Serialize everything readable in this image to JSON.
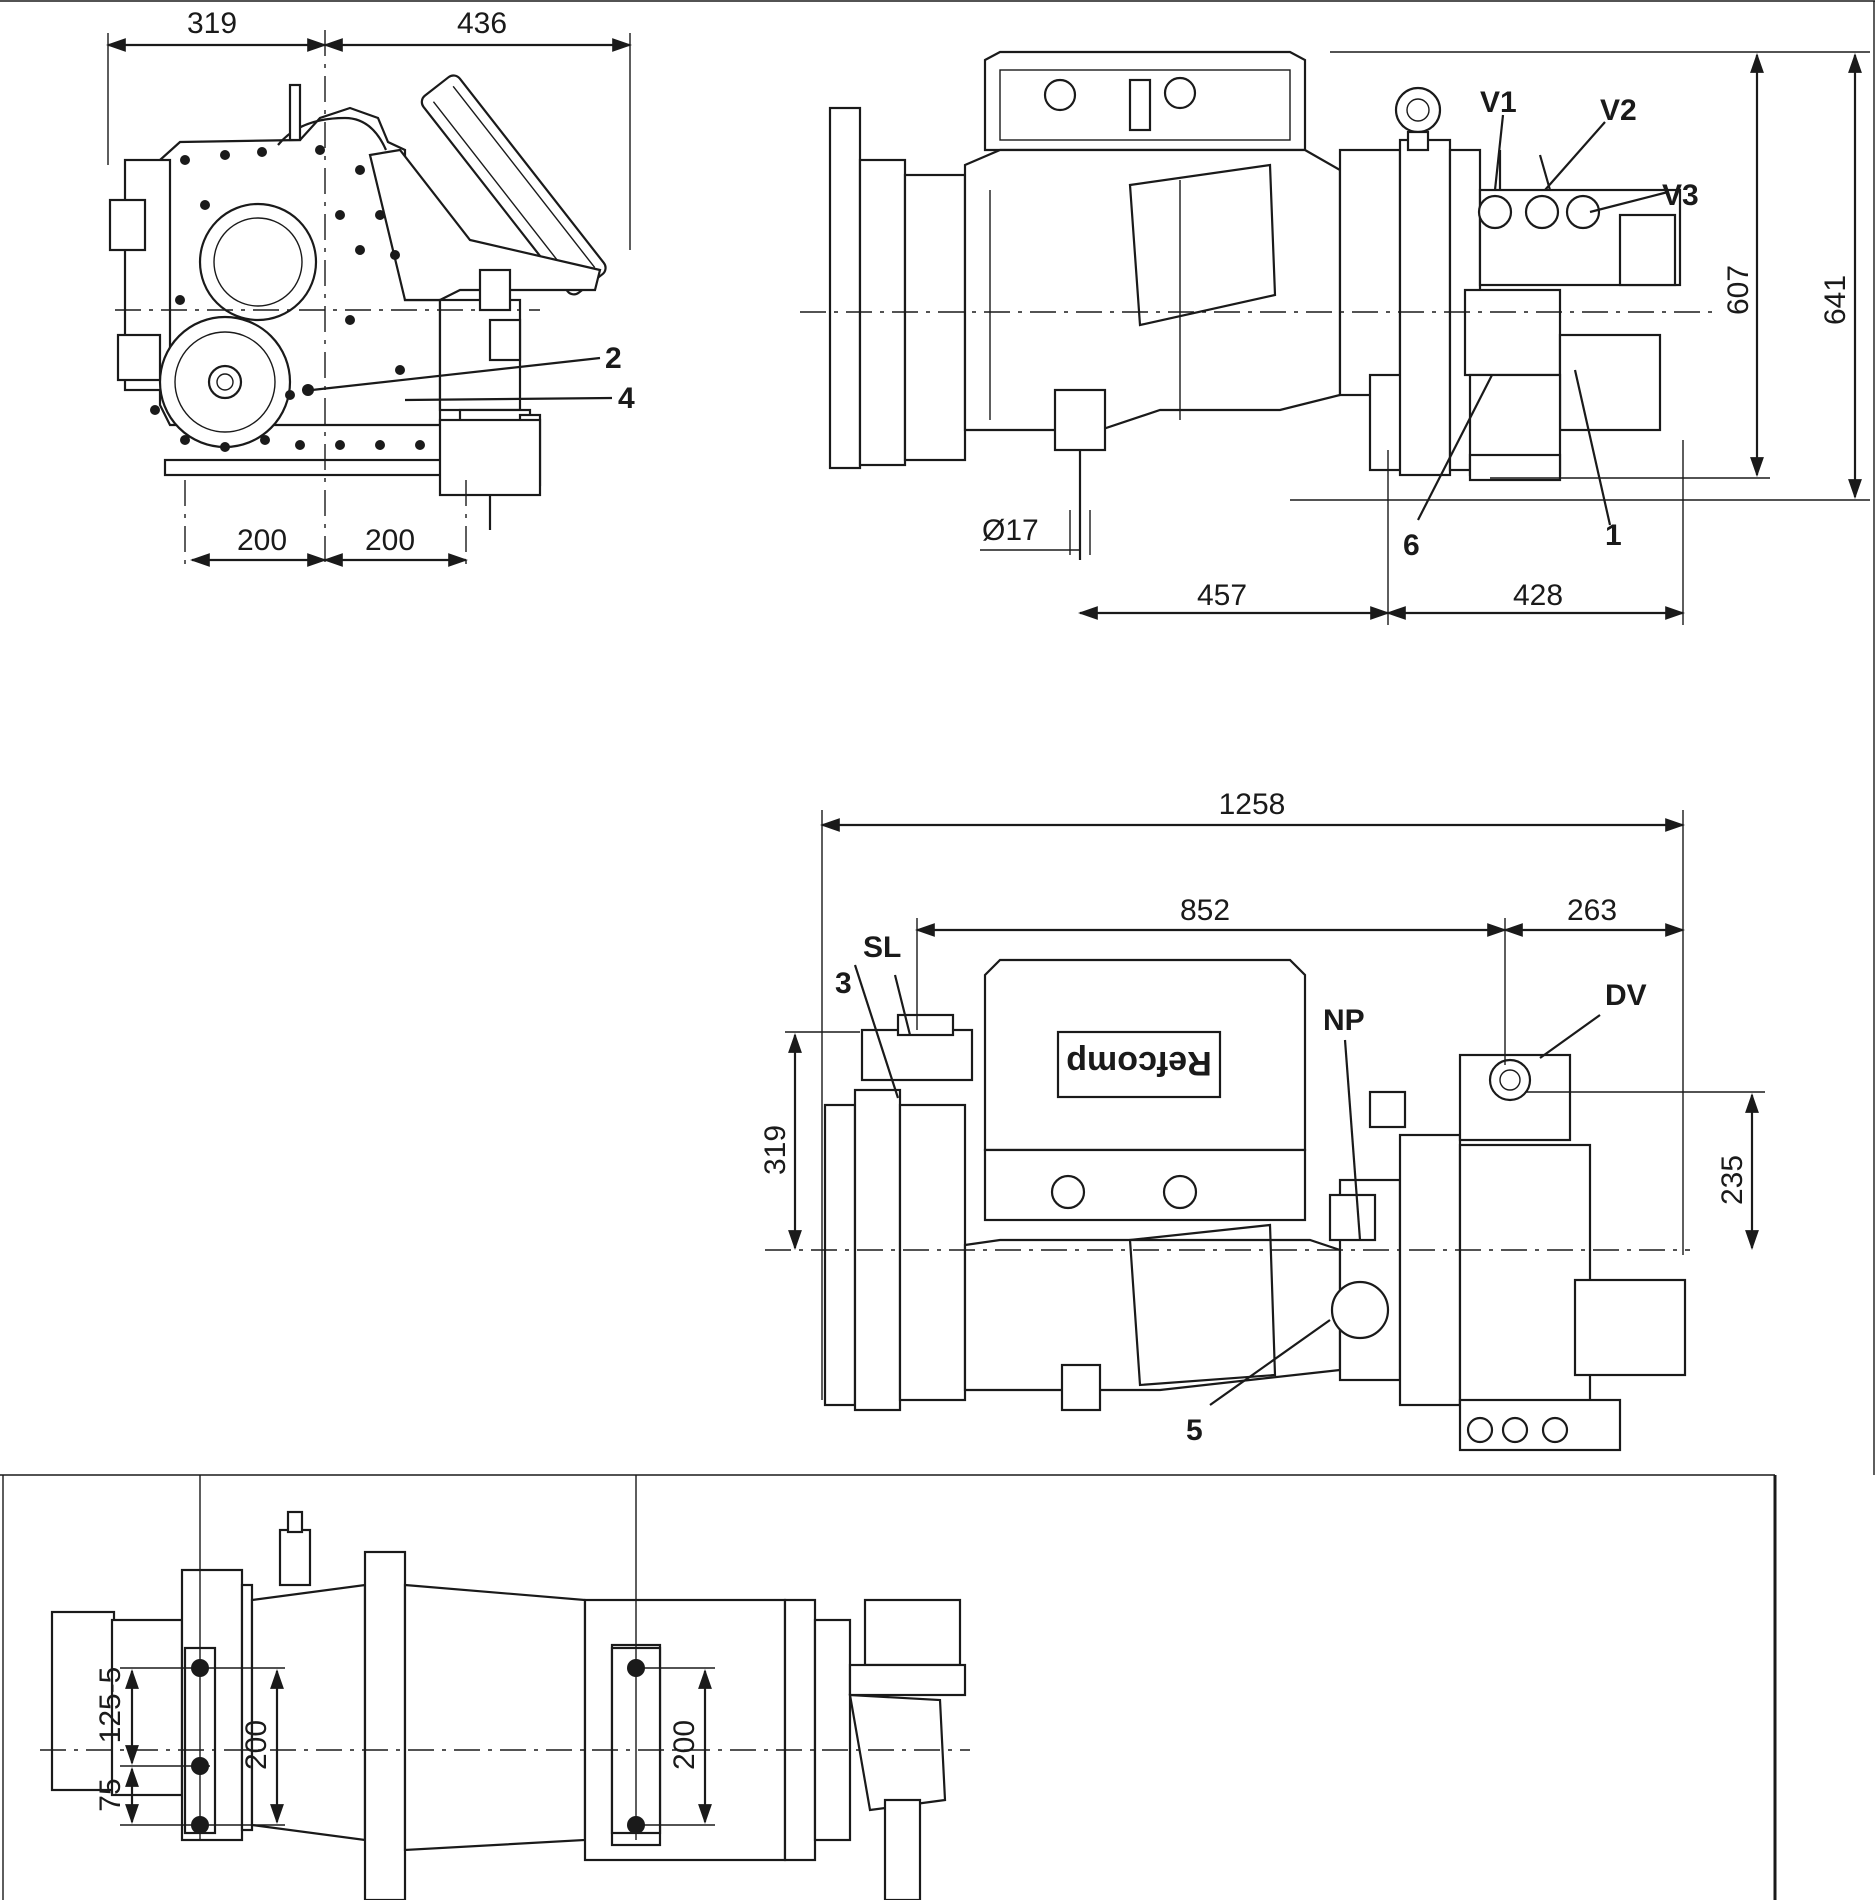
{
  "dimensions": {
    "end_view": {
      "d319": "319",
      "d436": "436",
      "d200_left": "200",
      "d200_right": "200"
    },
    "side_view": {
      "d607": "607",
      "d641": "641",
      "d457": "457",
      "d428": "428",
      "d17": "Ø17"
    },
    "top_view": {
      "d1258": "1258",
      "d852": "852",
      "d263": "263",
      "d319": "319",
      "d235": "235"
    },
    "bottom_view": {
      "d125_5": "125-5",
      "d75": "75",
      "d200_a": "200",
      "d200_b": "200"
    }
  },
  "labels": {
    "end_view": {
      "l2": "2",
      "l4": "4"
    },
    "side_view": {
      "v1": "V1",
      "v2": "V2",
      "v3": "V3",
      "l6": "6",
      "l1": "1"
    },
    "top_view": {
      "sl": "SL",
      "l3": "3",
      "np": "NP",
      "dv": "DV",
      "l5": "5"
    }
  },
  "brand": {
    "text": "Refcomp"
  }
}
